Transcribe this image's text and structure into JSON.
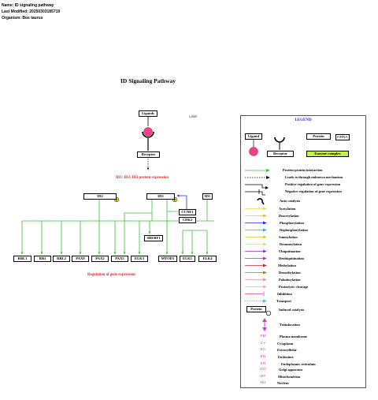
{
  "header": {
    "name": "Name: ID signaling pathway",
    "modified": "Last Modified: 20250303185719",
    "organism": "Organism: Bos taurus"
  },
  "title": "ID Signaling Pathway",
  "free_label": "Label",
  "nodes": {
    "ligands": "Ligands",
    "receptor": "Receptor",
    "id2": "ID2",
    "id3": "ID3",
    "id1": "ID1",
    "ccne1": "CCNE1",
    "cdk2": "CDK2",
    "srebf1": "SREBF1",
    "rbl1": "RBL1",
    "rb1": "RB1",
    "rbl2": "RBL2",
    "pax8": "PAX8",
    "pax2": "PAX2",
    "pax5": "PAX5",
    "elk3": "ELK3",
    "myod1": "MYOD1",
    "elk1": "ELK1",
    "elk4": "ELK4"
  },
  "annotations": {
    "expression": "ID1/ ID2/ ID3 protein expression",
    "regulation": "Regulation of gene expression"
  },
  "legend": {
    "title": "LEGEND",
    "ligand": "Ligand",
    "receptor": "Receptor",
    "protein": "Protein",
    "mrna": "mRNA",
    "enzyme": "Enzyme complex",
    "interactions": [
      {
        "label": "Protein-protein interaction",
        "color": "#35c22f"
      },
      {
        "label": "Leads to through unknown mechanism",
        "color": "#000000"
      },
      {
        "label": "Positive regulation of gene expression",
        "color": "#000000"
      },
      {
        "label": "Negative regulation of gene expression",
        "color": "#000000"
      },
      {
        "label": "Auto catalysis",
        "color": "#000000"
      },
      {
        "label": "Acetylation",
        "color": "#e8d85a"
      },
      {
        "label": "Deacetylation",
        "color": "#f0b840"
      },
      {
        "label": "Phosphorylation",
        "color": "#2a2ad8"
      },
      {
        "label": "Dephosphorylation",
        "color": "#2ab0d8"
      },
      {
        "label": "Sumoylation",
        "color": "#d8c82a"
      },
      {
        "label": "Desumoylation",
        "color": "#e8d86a"
      },
      {
        "label": "Ubiquitination",
        "color": "#9a2ad8"
      },
      {
        "label": "Deubiquitination",
        "color": "#c02ad8"
      },
      {
        "label": "Methylation",
        "color": "#c02a2a"
      },
      {
        "label": "Demethylation",
        "color": "#a87a2a"
      },
      {
        "label": "Palmitoylation",
        "color": "#e890b8"
      },
      {
        "label": "Proteolytic cleavage",
        "color": "#e8a8d8"
      },
      {
        "label": "Inhibition",
        "color": "#e040a8"
      },
      {
        "label": "Transport",
        "color": "#30c8d8"
      }
    ],
    "induced_catalysis": "Induced catalysis",
    "induced_protein": "Protein",
    "translocation": "Translocation",
    "compartments": [
      {
        "code": "PM",
        "label": "Plasma membrane"
      },
      {
        "code": "CY",
        "label": "Cytoplasm"
      },
      {
        "code": "EC",
        "label": "Extracellular"
      },
      {
        "code": "EN",
        "label": "Endosome"
      },
      {
        "code": "ER",
        "label": "Endoplasmic reticulum"
      },
      {
        "code": "GO",
        "label": "Golgi apparatus"
      },
      {
        "code": "MT",
        "label": "Mitochondrion"
      },
      {
        "code": "NU",
        "label": "Nucleus"
      }
    ]
  },
  "colors": {
    "ppi": "#35c22f",
    "phospho": "#2a2ad8",
    "ligand_fill": "#f0408a",
    "enzyme_fill": "#c7f04a",
    "annotation": "#e8202a",
    "legend_title": "#1f2bd9",
    "compartment": "#d23bd4"
  }
}
